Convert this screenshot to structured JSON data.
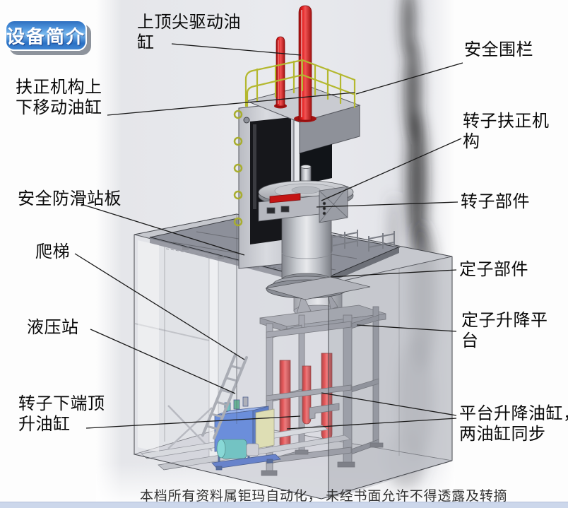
{
  "badge": {
    "label": "设备简介"
  },
  "callouts": {
    "top_cylinder": {
      "text": "上顶尖驱动油缸"
    },
    "righting_updown": {
      "text": "扶正机构上下移动油缸"
    },
    "safety_fence": {
      "text": "安全围栏"
    },
    "rotor_righting": {
      "text": "转子扶正机构"
    },
    "antislip_deck": {
      "text": "安全防滑站板"
    },
    "rotor_part": {
      "text": "转子部件"
    },
    "ladder": {
      "text": "爬梯"
    },
    "stator_part": {
      "text": "定子部件"
    },
    "hydraulic_station": {
      "text": "液压站"
    },
    "stator_lift_platform": {
      "text": "定子升降平台"
    },
    "rotor_bottom_jack": {
      "text": "转子下端顶升油缸"
    },
    "platform_lift_cylinders": {
      "text": "平台升降油缸，两油缸同步"
    }
  },
  "footer": {
    "text": "本档所有资料属钜玛自动化， 未经书面允许不得透露及转摘"
  },
  "colors": {
    "badge_blue": "#1b6ac6",
    "cylinder_red": "#cc1111",
    "railing_yellow": "#b4b82f",
    "hydraulic_blue": "#3d6ed6",
    "motor_teal": "#49b8b4",
    "footer_bar": "#ccd7eb"
  }
}
